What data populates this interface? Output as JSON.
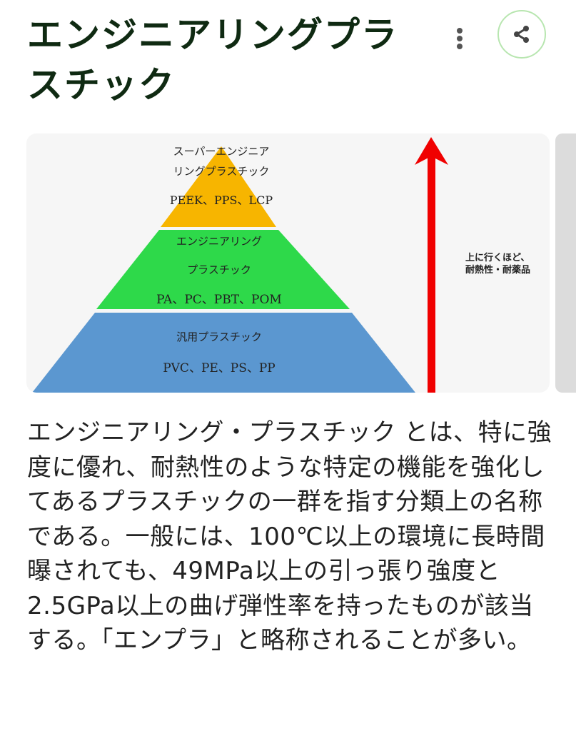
{
  "header": {
    "title": "エンジニアリングプラスチック",
    "more_icon": "more-vert-icon",
    "share_icon": "share-icon"
  },
  "figure": {
    "tiers": [
      {
        "name_line1": "スーパーエンジニア",
        "name_line2": "リングプラスチック",
        "examples": "PEEK、PPS、LCP",
        "color": "#f7b500"
      },
      {
        "name_line1": "エンジニアリング",
        "name_line2": "プラスチック",
        "examples": "PA、PC、PBT、POM",
        "color": "#2ed94a"
      },
      {
        "name_line1": "汎用プラスチック",
        "examples": "PVC、PE、PS、PP",
        "color": "#5b97d0"
      }
    ],
    "arrow_color": "#f00000",
    "side_line1": "上に行くほど、",
    "side_line2": "耐熱性・耐薬品"
  },
  "description": "エンジニアリング・プラスチック とは、特に強度に優れ、耐熱性のような特定の機能を強化してあるプラスチックの一群を指す分類上の名称である。一般には、100℃以上の環境に長時間曝されても、49MPa以上の引っ張り強度と2.5GPa以上の曲げ弾性率を持ったものが該当する。「エンプラ」と略称されることが多い。"
}
